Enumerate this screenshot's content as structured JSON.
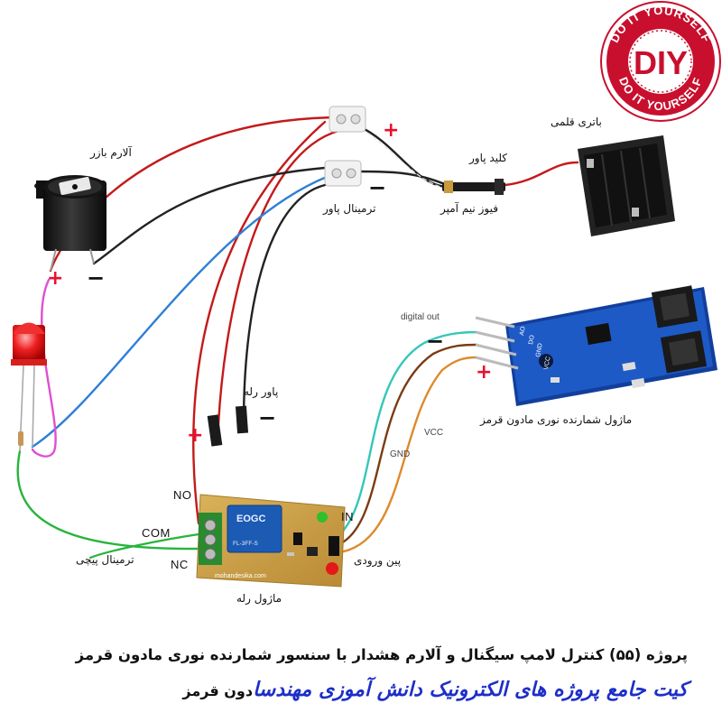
{
  "logo": {
    "center_text": "DIY",
    "ring_text_top": "DO IT YOURSELF",
    "ring_text_bottom": "DO IT YOURSELF"
  },
  "labels": {
    "buzzer": "آلارم بازر",
    "battery": "باتری قلمی",
    "power_switch": "کلید پاور",
    "half_amp_fuse": "فیوز نیم آمپر",
    "power_terminal": "ترمینال پاور",
    "relay_power": "پاور رله",
    "sensor_module": "ماژول شمارنده نوری مادون قرمز",
    "digital_out": "digital out",
    "gnd": "GND",
    "vcc": "VCC",
    "input_pins": "پین ورودی",
    "relay_module": "ماژول رله",
    "screw_terminal": "ترمینال پیچی",
    "no": "NO",
    "com": "COM",
    "nc": "NC",
    "in": "IN"
  },
  "board_text": {
    "relay_brand": "EOGC",
    "relay_model": "FL-3FF-S",
    "relay_site": "mohandesika.com",
    "sensor_pins": [
      "AO",
      "DO",
      "GND",
      "VCC"
    ]
  },
  "signs": {
    "plus": "+",
    "minus": "−"
  },
  "title": {
    "line1": "پروژه (۵۵) کنترل لامپ سیگنال و آلارم هشدار با سنسور شمارنده نوری مادون قرمز",
    "line2_main": "کیت جامع پروژه های الکترونیک دانش آموزی مهندسا",
    "line2_tail": "دون قرمز"
  },
  "colors": {
    "wire_red": "#c41a1a",
    "wire_black": "#222222",
    "wire_blue": "#2f7fd6",
    "wire_magenta": "#e14fd0",
    "wire_green": "#27b43c",
    "wire_cyan": "#35c7b9",
    "wire_brown": "#7a3c12",
    "wire_orange": "#dd8a2c",
    "title_blue": "#1d2fc8",
    "plus_red": "#e8112d"
  }
}
